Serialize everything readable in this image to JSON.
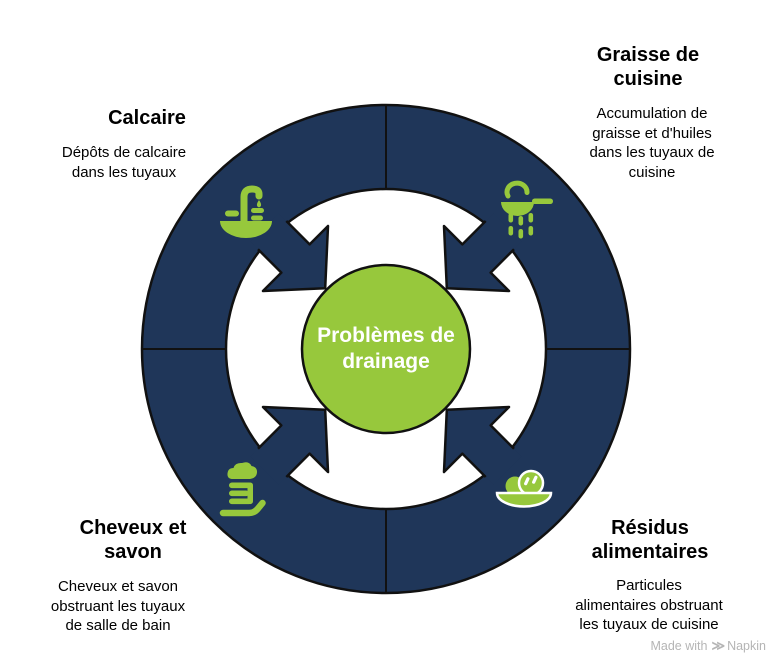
{
  "colors": {
    "navy": "#1F3659",
    "green": "#97C83C",
    "outline": "#111111",
    "text": "#000000",
    "center_text": "#FFFFFF",
    "watermark": "#B5B5B5",
    "background": "#FFFFFF"
  },
  "center": {
    "title": "Problèmes de drainage"
  },
  "sections": [
    {
      "id": "calcaire",
      "position": "top-left",
      "title": "Calcaire",
      "description": "Dépôts de calcaire dans les tuyaux",
      "icon": "sink-faucet-icon"
    },
    {
      "id": "graisse",
      "position": "top-right",
      "title": "Graisse de cuisine",
      "description": "Accumulation de graisse et d'huiles dans les tuyaux de cuisine",
      "icon": "frying-pan-icon"
    },
    {
      "id": "cheveux",
      "position": "bottom-left",
      "title": "Cheveux et savon",
      "description": "Cheveux et savon obstruant les tuyaux de salle de bain",
      "icon": "toothbrush-soap-icon"
    },
    {
      "id": "residus",
      "position": "bottom-right",
      "title": "Résidus alimentaires",
      "description": "Particules alimentaires obstruant les tuyaux de cuisine",
      "icon": "food-plate-icon"
    }
  ],
  "watermark": {
    "prefix": "Made with",
    "brand": "Napkin",
    "logo_glyph": "≫"
  }
}
